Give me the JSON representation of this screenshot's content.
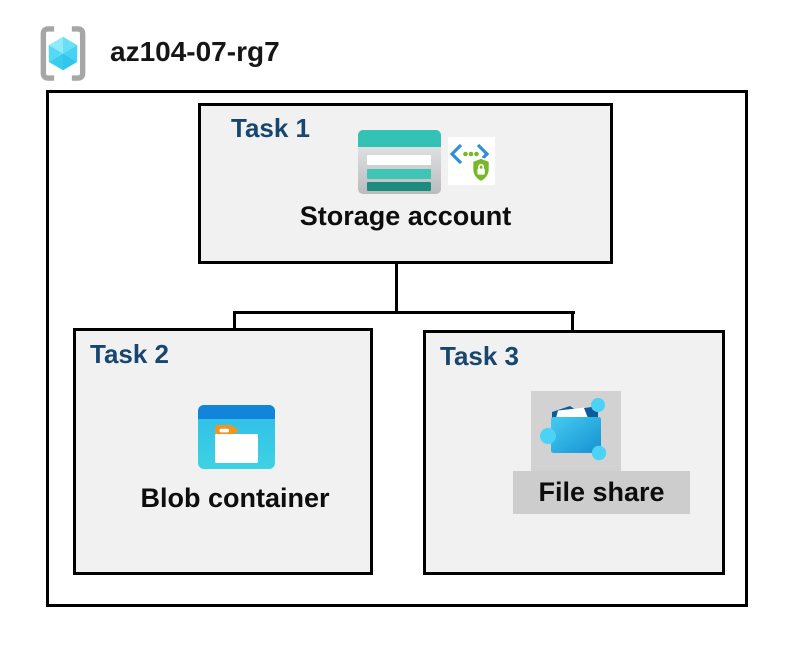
{
  "header": {
    "resource_group_name": "az104-07-rg7"
  },
  "tasks": [
    {
      "label": "Task 1",
      "resource": "Storage account"
    },
    {
      "label": "Task 2",
      "resource": "Blob container"
    },
    {
      "label": "Task 3",
      "resource": "File share"
    }
  ],
  "icons": {
    "resource_group": "azure-resource-group-brackets-cube",
    "storage_account": "azure-storage-account-stacked-bars",
    "sas_security": "code-brackets-dots-shield-lock",
    "blob_container": "azure-blob-container-folder-window",
    "file_share": "azure-file-share-networked-folder"
  },
  "colors": {
    "task_label_navy": "#17466F",
    "storage_teal": "#33C3B5",
    "storage_teal_dark": "#1F8A7E",
    "blob_header_blue": "#1285DB",
    "blob_body_cyan": "#35C1EA",
    "security_green": "#76B82A",
    "bracket_blue": "#2E8FD9",
    "node_cyan": "#4AD3F5",
    "folder_dark_blue": "#0C5C9B",
    "box_fill_gray": "#F1F1F1",
    "chip_gray": "#D2D2D2",
    "line_black": "#000000"
  }
}
